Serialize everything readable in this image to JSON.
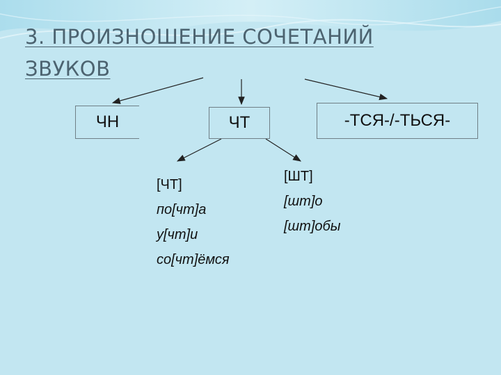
{
  "slide": {
    "title": "3. ПРОИЗНОШЕНИЕ СОЧЕТАНИЙ ЗВУКОВ",
    "boxes": {
      "chn": "ЧН",
      "cht": "ЧТ",
      "tsya": "-ТСЯ-/-ТЬСЯ-"
    },
    "cht_column": {
      "header": "[ЧТ]",
      "examples": [
        "по[чт]а",
        "у[чт]и",
        "со[чт]ёмся"
      ]
    },
    "sht_column": {
      "header": "[ШТ]",
      "examples": [
        "[шт]о",
        "[шт]обы"
      ]
    },
    "colors": {
      "background": "#bfe4f0",
      "title": "#4c6370",
      "text": "#111111",
      "lines": "#222222"
    }
  }
}
